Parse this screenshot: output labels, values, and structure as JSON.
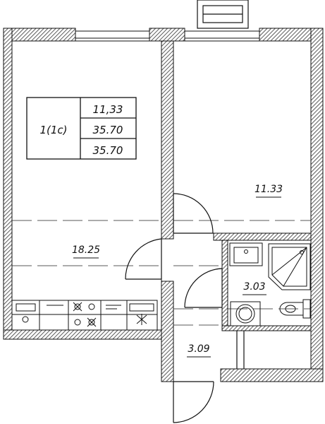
{
  "apartment": {
    "code": "1(1c)",
    "areas": {
      "living": "11,33",
      "total": "35.70",
      "total_with_balcony": "35.70"
    }
  },
  "rooms": {
    "kitchen_living": "18.25",
    "bedroom": "11.33",
    "bathroom": "3.03",
    "hallway": "3.09"
  },
  "colors": {
    "wall_hatch": "#333333",
    "line": "#111111",
    "background": "#ffffff"
  },
  "icons": [
    "window-icon",
    "door-swing-icon",
    "sink-icon",
    "shower-icon",
    "washing-machine-icon",
    "toilet-icon",
    "stove-icon",
    "kitchen-counter-icon"
  ]
}
